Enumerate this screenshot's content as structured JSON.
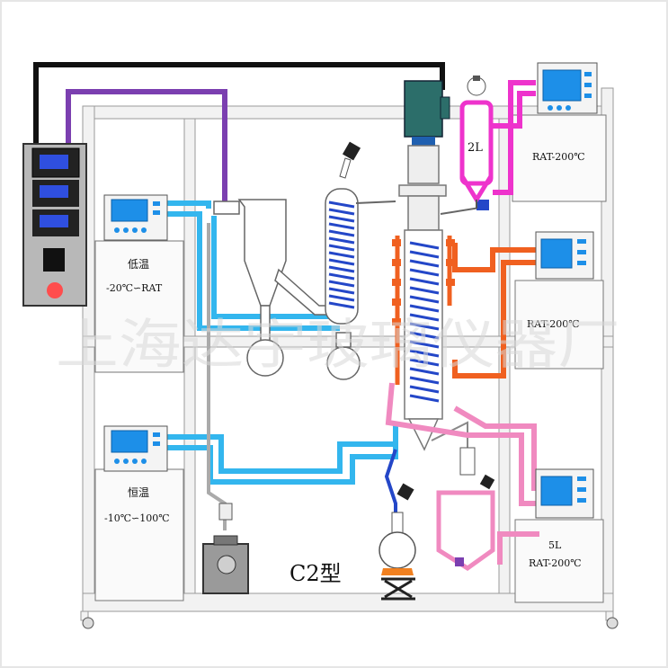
{
  "labels": {
    "top_box_capacity": "2L",
    "top_box_temp": "RAT-200℃",
    "mid_box_temp": "RAT-200℃",
    "bottom_box_capacity": "5L",
    "bottom_box_temp": "RAT-200℃",
    "chiller_name": "低温",
    "chiller_range": "-20℃∽RAT",
    "thermostat_name": "恒温",
    "thermostat_range": "-10℃∽100℃",
    "model": "C2型"
  },
  "watermark": "上海达宇玻璃仪器厂",
  "colors": {
    "black_cable": "#111111",
    "purple_cable": "#7b3fb0",
    "cooling_water": "#33b6ee",
    "deep_blue_coil": "#2447c8",
    "heating_oil_orange": "#f06020",
    "magenta_heater": "#ee33cc",
    "pink_receiver": "#f08ac0",
    "frame_gray": "#cfcfcf",
    "screen_blue": "#1d8fe8",
    "red_button": "#ff4d4d",
    "motor_teal": "#2c6e6a"
  },
  "icons": [
    "control-panel-icon",
    "motor-icon",
    "vacuum-pump-icon",
    "lab-jack-icon",
    "circulator-icon"
  ]
}
